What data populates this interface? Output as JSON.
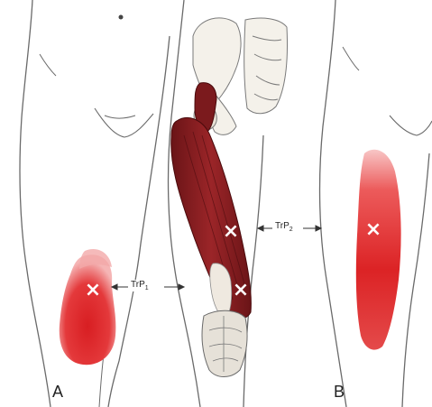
{
  "labels": {
    "panel_a": "A",
    "panel_b": "B",
    "trp1_base": "TrP",
    "trp1_sub": "1",
    "trp2_base": "TrP",
    "trp2_sub": "2"
  },
  "markers": {
    "trigger_point_symbol": "×"
  },
  "colors": {
    "referred_pain": "#e0262a",
    "referred_pain_light": "#f07a7a",
    "muscle": "#8e1f22",
    "muscle_dark": "#5e0f12",
    "outline": "#555555",
    "background": "#ffffff"
  }
}
